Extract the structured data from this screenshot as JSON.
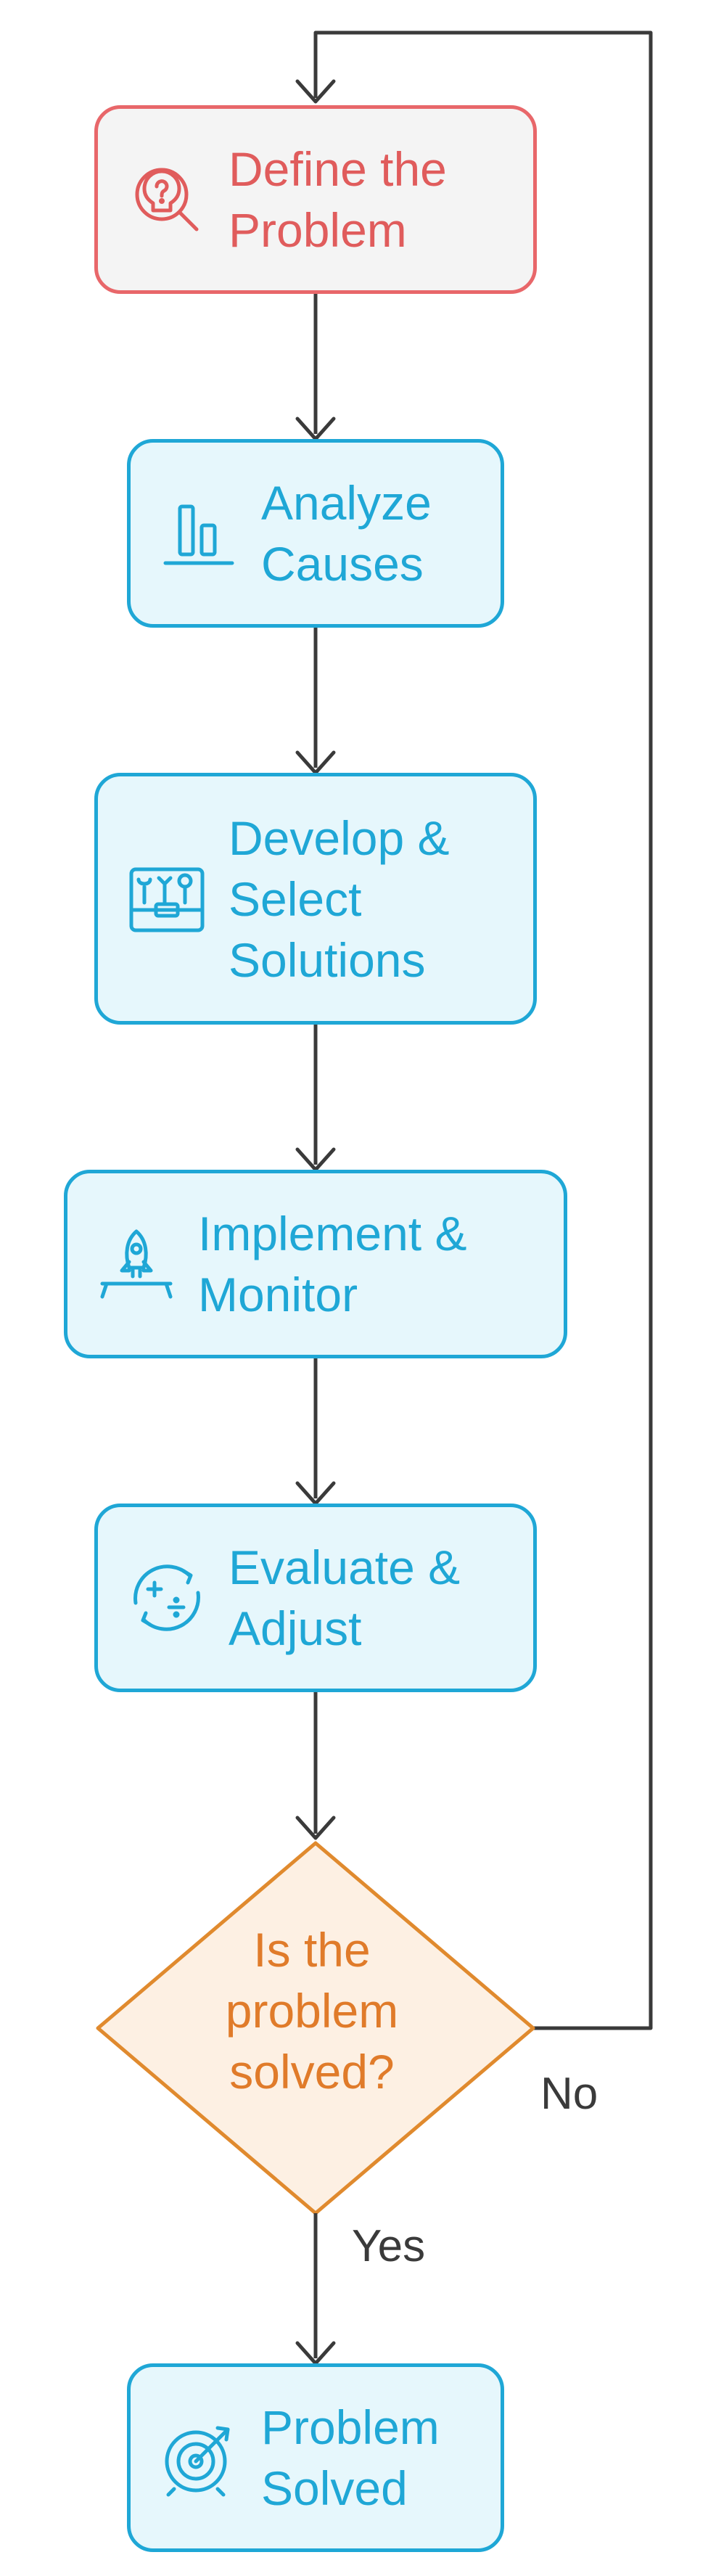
{
  "diagram": {
    "nodes": [
      {
        "id": "define",
        "label": "Define the\nProblem",
        "icon": "lightbulb-search-icon"
      },
      {
        "id": "analyze",
        "label": "Analyze\nCauses",
        "icon": "bar-chart-icon"
      },
      {
        "id": "develop",
        "label": "Develop &\nSelect\nSolutions",
        "icon": "toolbox-icon"
      },
      {
        "id": "implement",
        "label": "Implement &\nMonitor",
        "icon": "rocket-launch-icon"
      },
      {
        "id": "evaluate",
        "label": "Evaluate &\nAdjust",
        "icon": "calculation-cycle-icon"
      },
      {
        "id": "decision",
        "label": "Is the\nproblem\nsolved?"
      },
      {
        "id": "solved",
        "label": "Problem\nSolved",
        "icon": "target-icon"
      }
    ],
    "edges": [
      {
        "from": "decision",
        "to": "solved",
        "label": "Yes"
      },
      {
        "from": "decision",
        "to": "define",
        "label": "No"
      }
    ],
    "colors": {
      "start_border": "#e8676a",
      "start_text": "#e05c5c",
      "step_border": "#1fa7d6",
      "step_fill": "#e6f7fc",
      "decision_border": "#e08a2e",
      "decision_fill": "#fdf0e3",
      "decision_text": "#e07b2a",
      "edge": "#3a3a3a"
    }
  }
}
